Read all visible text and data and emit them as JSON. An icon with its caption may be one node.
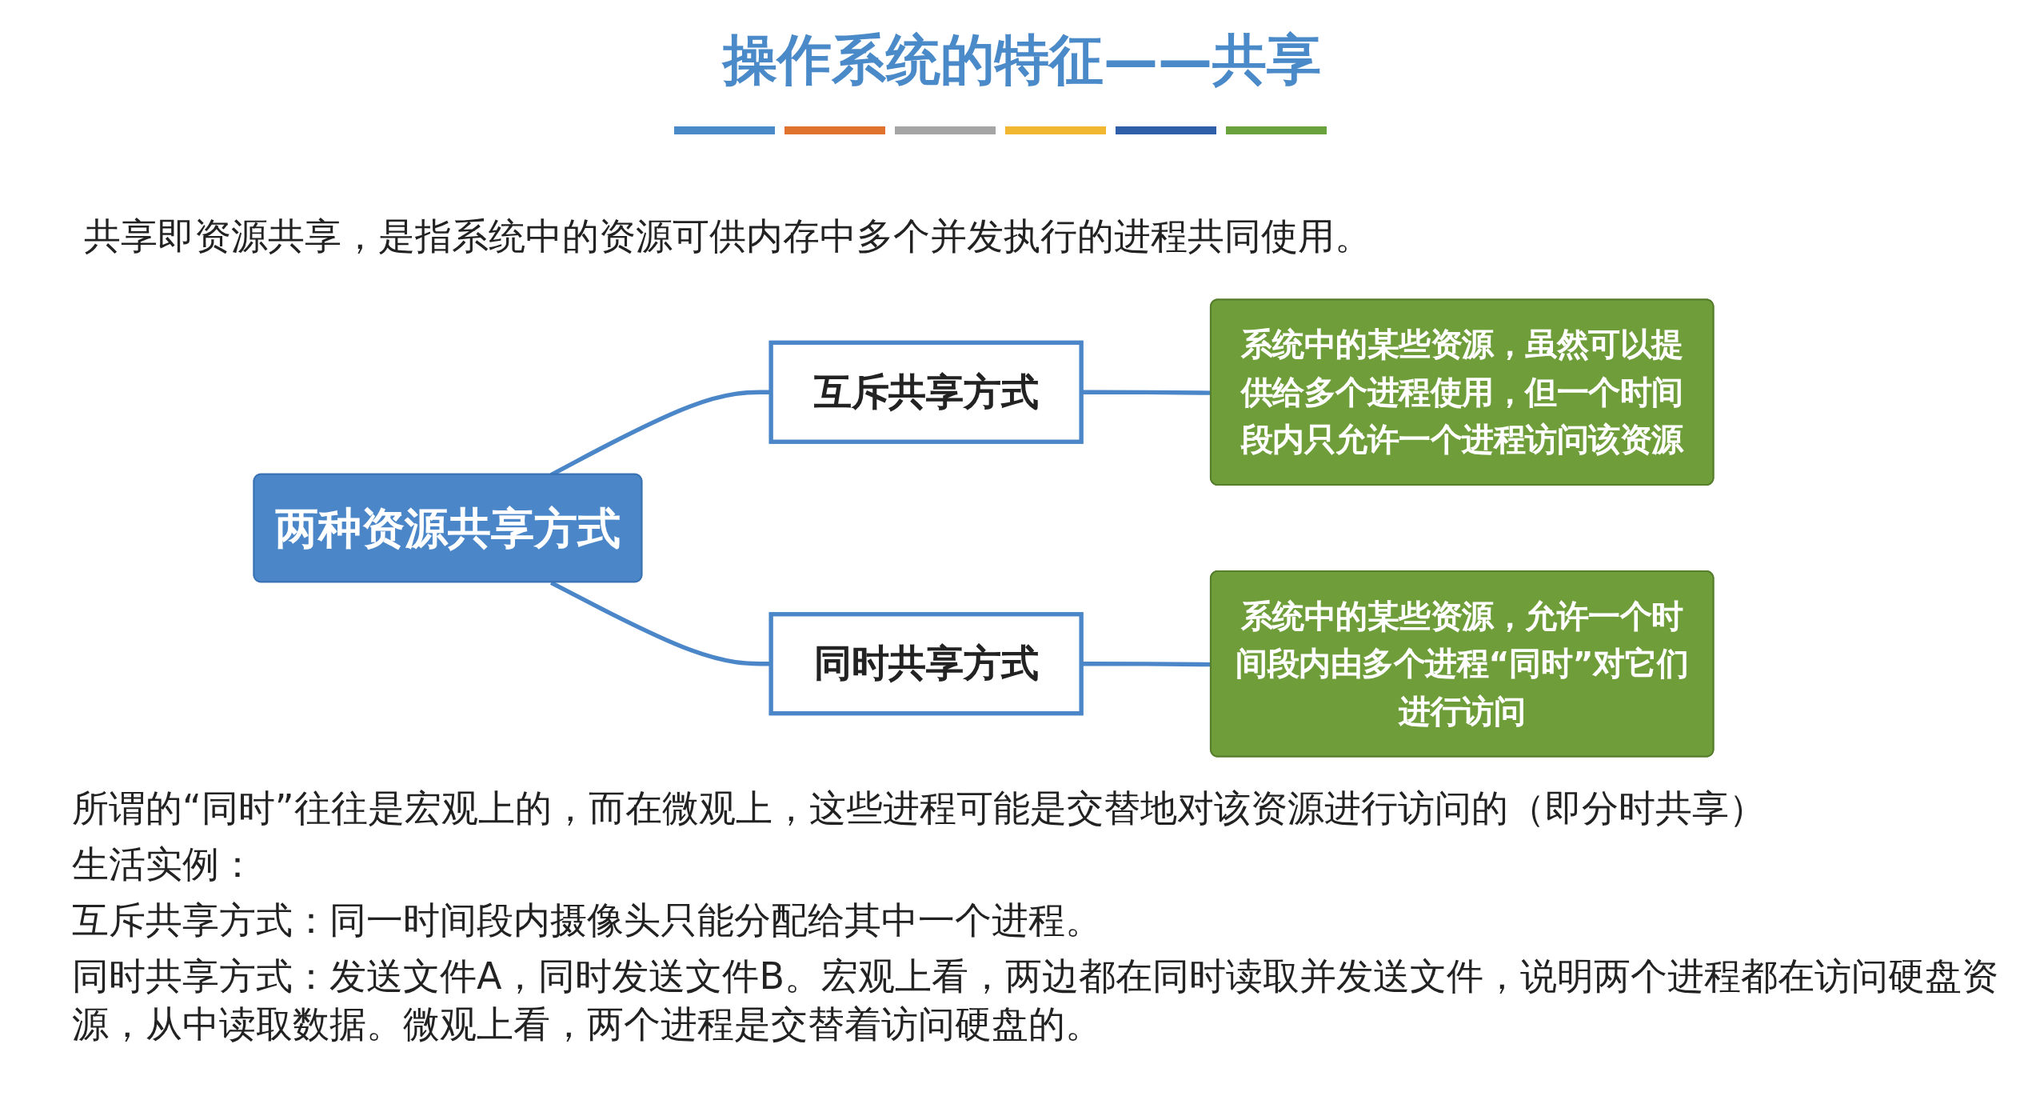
{
  "diagram": {
    "title": "操作系统的特征——共享",
    "nodes": [
      {
        "text": [
          "两种资源共享方式"
        ]
      },
      {
        "text": [
          "互斥共享方式"
        ]
      },
      {
        "text": [
          "同时共享方式"
        ]
      },
      {
        "text": [
          "系统中的某些资源，虽然可以提供给多个进程使用，但一个时间段内只允许一个进程访问该资源"
        ]
      },
      {
        "text": [
          "系统中的某些资源，允许一个时间段内由多个进程“同时”对它们进行访问"
        ]
      }
    ],
    "edges": [
      {
        "from": 0,
        "to": 1,
        "arrow": "none"
      },
      {
        "from": 0,
        "to": 2,
        "arrow": "none"
      },
      {
        "from": 1,
        "to": 3,
        "arrow": "none"
      },
      {
        "from": 2,
        "to": 4,
        "arrow": "none"
      }
    ],
    "labels": [
      "共享即资源共享，是指系统中的资源可供内存中多个并发执行的进程共同使用。",
      "所谓的“同时”往往是宏观上的，而在微观上，这些进程可能是交替地对该资源进行访问的（即分时共享）",
      "生活实例：",
      "互斥共享方式：同一时间段内摄像头只能分配给其中一个进程。",
      "同时共享方式：发送文件A，同时发送文件B。宏观上看，两边都在同时读取并发送文件，说明两个进程都在访问硬盘资源，从中读取数据。微观上看，两个进程是交替着访问硬盘的。"
    ]
  }
}
